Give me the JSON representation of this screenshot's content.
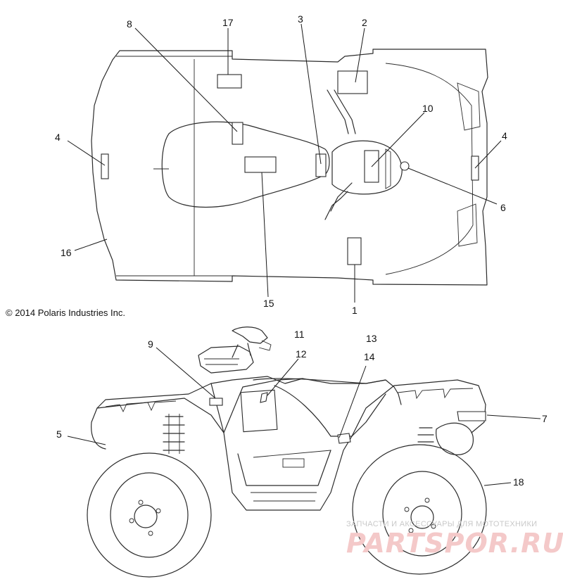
{
  "copyright": "© 2014 Polaris Industries Inc.",
  "callouts": {
    "c1": "1",
    "c2": "2",
    "c3": "3",
    "c4_left": "4",
    "c4_right": "4",
    "c5": "5",
    "c6": "6",
    "c7": "7",
    "c8": "8",
    "c9": "9",
    "c10": "10",
    "c11": "11",
    "c12": "12",
    "c13": "13",
    "c14": "14",
    "c15": "15",
    "c16": "16",
    "c17": "17",
    "c18": "18"
  },
  "watermark": {
    "tagline": "ЗАПЧАСТИ И АКСЕССУАРЫ ДЛЯ МОТОТЕХНИКИ",
    "brand": "PARTSPOR.RU"
  }
}
